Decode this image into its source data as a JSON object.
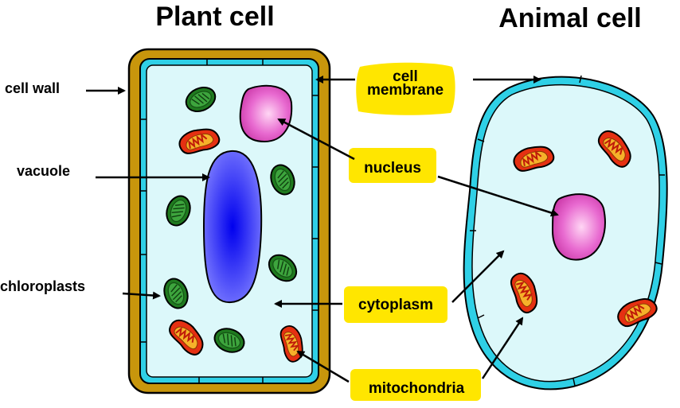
{
  "titles": {
    "plant": "Plant cell",
    "animal": "Animal cell"
  },
  "labels": {
    "cell_wall": "cell wall",
    "vacuole": "vacuole",
    "chloroplasts": "chloroplasts",
    "cell_membrane_line1": "cell",
    "cell_membrane_line2": "membrane",
    "nucleus": "nucleus",
    "cytoplasm": "cytoplasm",
    "mitochondria": "mitochondria"
  },
  "colors": {
    "cell_wall": "#c8960c",
    "membrane": "#2fd0e6",
    "cytoplasm": "#dcf8fa",
    "vacuole": "#2222ff",
    "nucleus": "#e050c0",
    "chloroplast": "#2e8b2e",
    "mitochondria_outer": "#e53012",
    "mitochondria_inner": "#f4a020",
    "highlight": "#ffe600"
  }
}
